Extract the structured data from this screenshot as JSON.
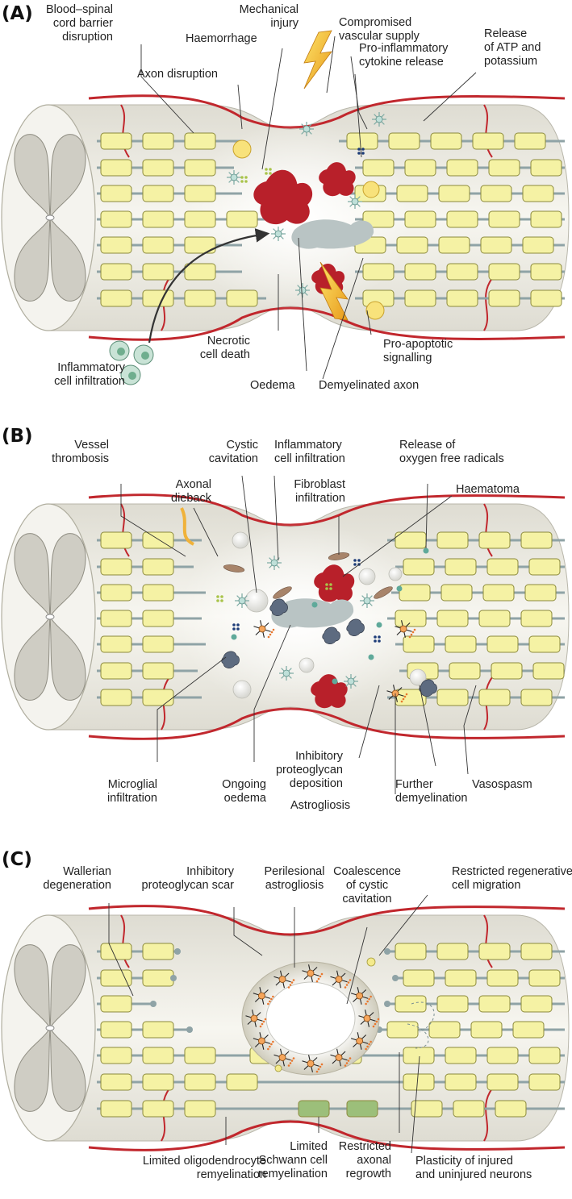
{
  "panels": [
    {
      "id": "A",
      "letter": "(A)",
      "labels": {
        "bscb": [
          "Blood–spinal",
          "cord barrier",
          "disruption"
        ],
        "mech": [
          "Mechanical",
          "injury"
        ],
        "vasc": [
          "Compromised",
          "vascular supply"
        ],
        "atp": [
          "Release",
          "of ATP and",
          "potassium"
        ],
        "haem": [
          "Haemorrhage"
        ],
        "proinf": [
          "Pro-inflammatory",
          "cytokine release"
        ],
        "axdis": [
          "Axon disruption"
        ],
        "necrotic": [
          "Necrotic",
          "cell death"
        ],
        "proapop": [
          "Pro-apoptotic",
          "signalling"
        ],
        "infl": [
          "Inflammatory",
          "cell infiltration"
        ],
        "oedema": [
          "Oedema"
        ],
        "demyel": [
          "Demyelinated axon"
        ]
      }
    },
    {
      "id": "B",
      "letter": "(B)",
      "labels": {
        "thromb": [
          "Vessel",
          "thrombosis"
        ],
        "cystic": [
          "Cystic",
          "cavitation"
        ],
        "infl": [
          "Inflammatory",
          "cell infiltration"
        ],
        "oxy": [
          "Release of",
          "oxygen free radicals"
        ],
        "dieback": [
          "Axonal",
          "dieback"
        ],
        "fibro": [
          "Fibroblast",
          "infiltration"
        ],
        "haematoma": [
          "Haematoma"
        ],
        "proteo": [
          "Inhibitory",
          "proteoglycan",
          "deposition"
        ],
        "vasosp": [
          "Vasospasm"
        ],
        "micro": [
          "Microglial",
          "infiltration"
        ],
        "oedema": [
          "Ongoing",
          "oedema"
        ],
        "astro": [
          "Astrogliosis"
        ],
        "demyel": [
          "Further",
          "demyelination"
        ]
      }
    },
    {
      "id": "C",
      "letter": "(C)",
      "labels": {
        "waller": [
          "Wallerian",
          "degeneration"
        ],
        "scar": [
          "Inhibitory",
          "proteoglycan scar"
        ],
        "peril": [
          "Perilesional",
          "astrogliosis"
        ],
        "coal": [
          "Coalescence",
          "of cystic",
          "cavitation"
        ],
        "migr": [
          "Restricted regenerative",
          "cell migration"
        ],
        "oligo": [
          "Limited oligodendrocyte",
          "remyelination"
        ],
        "schwann": [
          "Limited",
          "Schwann cell",
          "remyelination"
        ],
        "regrow": [
          "Restricted",
          "axonal",
          "regrowth"
        ],
        "plast": [
          "Plasticity of injured",
          "and uninjured neurons"
        ]
      }
    }
  ],
  "colors": {
    "tissue": "#eceae2",
    "myelin": "#f5f2a4",
    "myelin_stroke": "#8c8a3c",
    "axon": "#8fa3a6",
    "vessel": "#c1272d",
    "haemorrhage": "#b8202a",
    "oedema": "#b9c4c4",
    "bolt": "#f3b51f",
    "schwann": "#9cbf7a"
  }
}
